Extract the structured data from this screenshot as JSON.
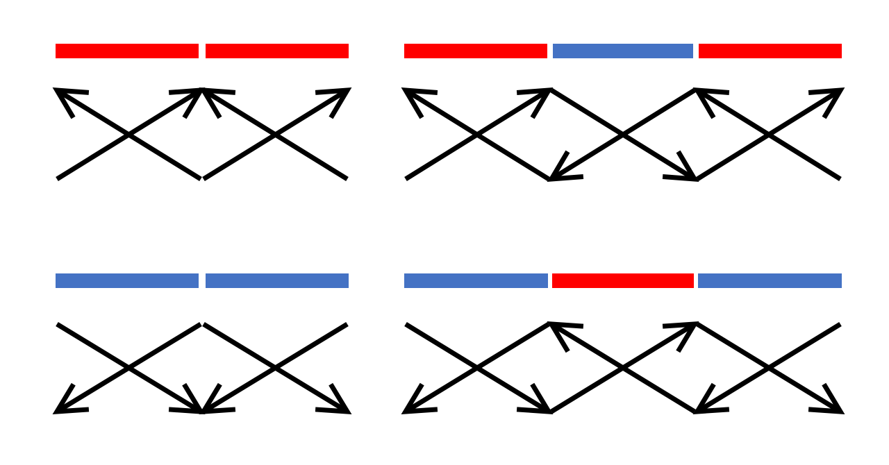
{
  "colors": {
    "red": "#ff0000",
    "blue": "#4472c4",
    "arrow": "#000000",
    "background": "#ffffff"
  },
  "panels": [
    {
      "name": "top-left",
      "segments": [
        "red",
        "red"
      ],
      "arrows": [
        {
          "cell": 0,
          "direction": "up-right"
        },
        {
          "cell": 0,
          "direction": "up-left"
        },
        {
          "cell": 1,
          "direction": "up-right"
        },
        {
          "cell": 1,
          "direction": "up-left"
        }
      ]
    },
    {
      "name": "top-right",
      "segments": [
        "red",
        "blue",
        "red"
      ],
      "arrows": [
        {
          "cell": 0,
          "direction": "up-right"
        },
        {
          "cell": 0,
          "direction": "up-left"
        },
        {
          "cell": 1,
          "direction": "down-left"
        },
        {
          "cell": 1,
          "direction": "down-right"
        },
        {
          "cell": 2,
          "direction": "up-right"
        },
        {
          "cell": 2,
          "direction": "up-left"
        }
      ]
    },
    {
      "name": "bottom-left",
      "segments": [
        "blue",
        "blue"
      ],
      "arrows": [
        {
          "cell": 0,
          "direction": "down-left"
        },
        {
          "cell": 0,
          "direction": "down-right"
        },
        {
          "cell": 1,
          "direction": "down-left"
        },
        {
          "cell": 1,
          "direction": "down-right"
        }
      ]
    },
    {
      "name": "bottom-right",
      "segments": [
        "blue",
        "red",
        "blue"
      ],
      "arrows": [
        {
          "cell": 0,
          "direction": "down-left"
        },
        {
          "cell": 0,
          "direction": "down-right"
        },
        {
          "cell": 1,
          "direction": "up-right"
        },
        {
          "cell": 1,
          "direction": "up-left"
        },
        {
          "cell": 2,
          "direction": "down-left"
        },
        {
          "cell": 2,
          "direction": "down-right"
        }
      ]
    }
  ]
}
